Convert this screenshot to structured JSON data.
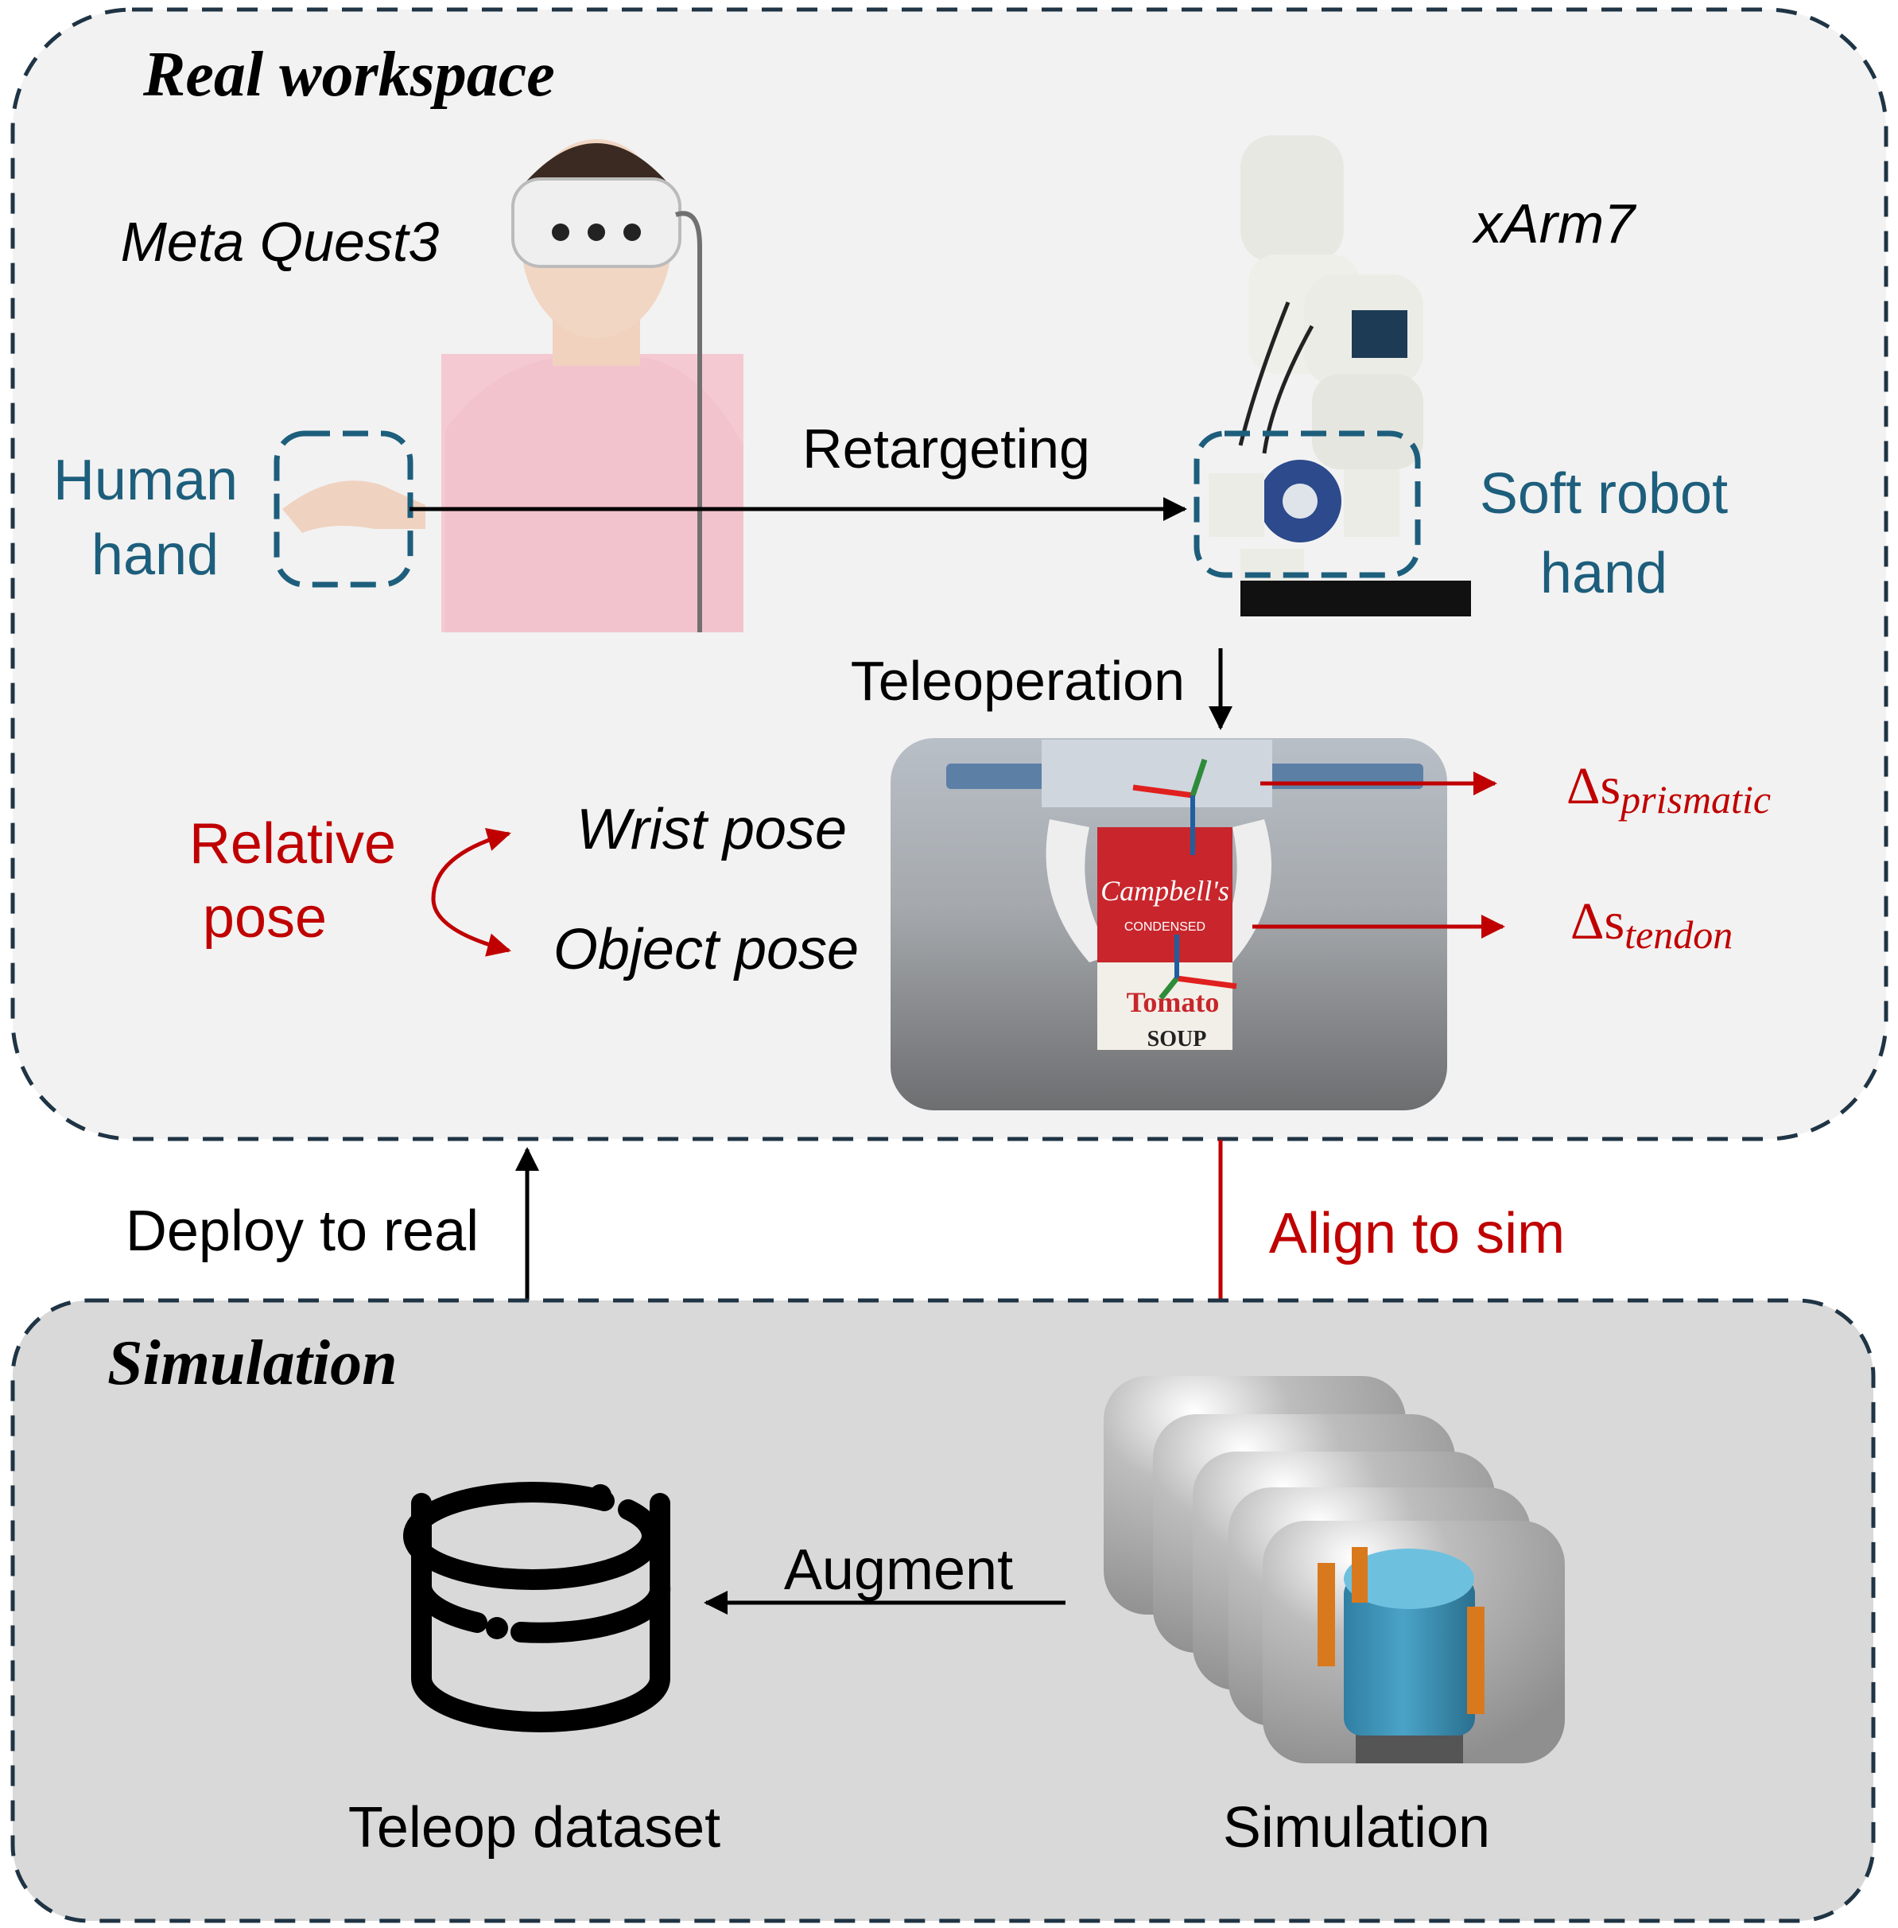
{
  "real_workspace": {
    "title": "Real workspace",
    "headset_label": "Meta Quest3",
    "arm_label": "xArm7",
    "human_hand_label": [
      "Human",
      "hand"
    ],
    "robot_hand_label": [
      "Soft robot",
      "hand"
    ],
    "retargeting_label": "Retargeting",
    "teleoperation_label": "Teleoperation",
    "relative_pose_label": [
      "Relative",
      "pose"
    ],
    "wrist_pose_label": "Wrist pose",
    "object_pose_label": "Object pose",
    "delta_prismatic": {
      "delta": "Δs",
      "subscript": "prismatic"
    },
    "delta_tendon": {
      "delta": "Δs",
      "subscript": "tendon"
    },
    "can_text": [
      "Campbell's",
      "CONDENSED",
      "Tomato",
      "SOUP"
    ]
  },
  "transitions": {
    "deploy_label": "Deploy to real",
    "align_label": "Align to sim"
  },
  "simulation": {
    "title": "Simulation",
    "dataset_label": "Teleop dataset",
    "sim_label": "Simulation",
    "augment_label": "Augment"
  },
  "colors": {
    "dark_border": "#1f3444",
    "teal_label": "#1d5e7c",
    "red_accent": "#c00000",
    "real_bg": "#f2f2f2",
    "sim_bg": "#d9d9d9"
  }
}
